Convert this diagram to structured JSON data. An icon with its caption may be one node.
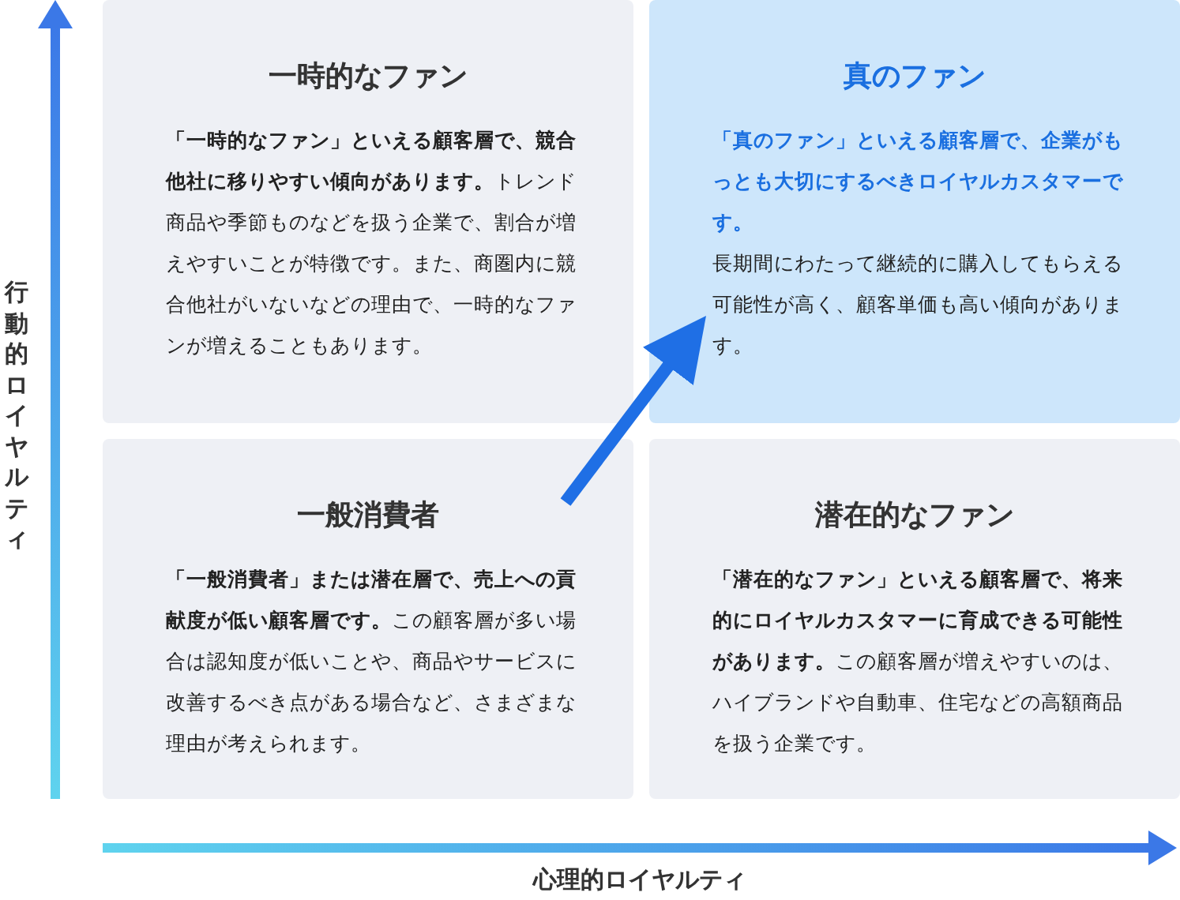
{
  "diagram": {
    "nodes": [
      {
        "text": [
          "一時的なファン",
          "**「一時的なファン」といえる顧客層で、競合他社に移りやすい傾向があります。**トレンド商品や季節ものなどを扱う企業で、割合が増えやすいことが特徴です。また、商圏内に競合他社がいないなどの理由で、一時的なファンが増えることもあります。"
        ]
      },
      {
        "text": [
          "真のファン",
          "「真のファン」といえる顧客層で、企業がもっとも大切にするべきロイヤルカスタマーです。",
          "長期間にわたって継続的に購入してもらえる可能性が高く、顧客単価も高い傾向があります。"
        ]
      },
      {
        "text": [
          "一般消費者",
          "**「一般消費者」または潜在層で、売上への貢献度が低い顧客層です。**この顧客層が多い場合は認知度が低いことや、商品やサービスに改善するべき点がある場合など、さまざまな理由が考えられます。"
        ]
      },
      {
        "text": [
          "潜在的なファン",
          "**「潜在的なファン」といえる顧客層で、将来的にロイヤルカスタマーに育成できる可能性があります。**この顧客層が増えやすいのは、ハイブランドや自動車、住宅などの高額商品を扱う企業です。"
        ]
      }
    ],
    "edges": [
      {
        "from": 2,
        "to": 1,
        "arrow": "to"
      }
    ],
    "labels": [
      "行動的ロイヤルティ",
      "心理的ロイヤルティ"
    ]
  }
}
